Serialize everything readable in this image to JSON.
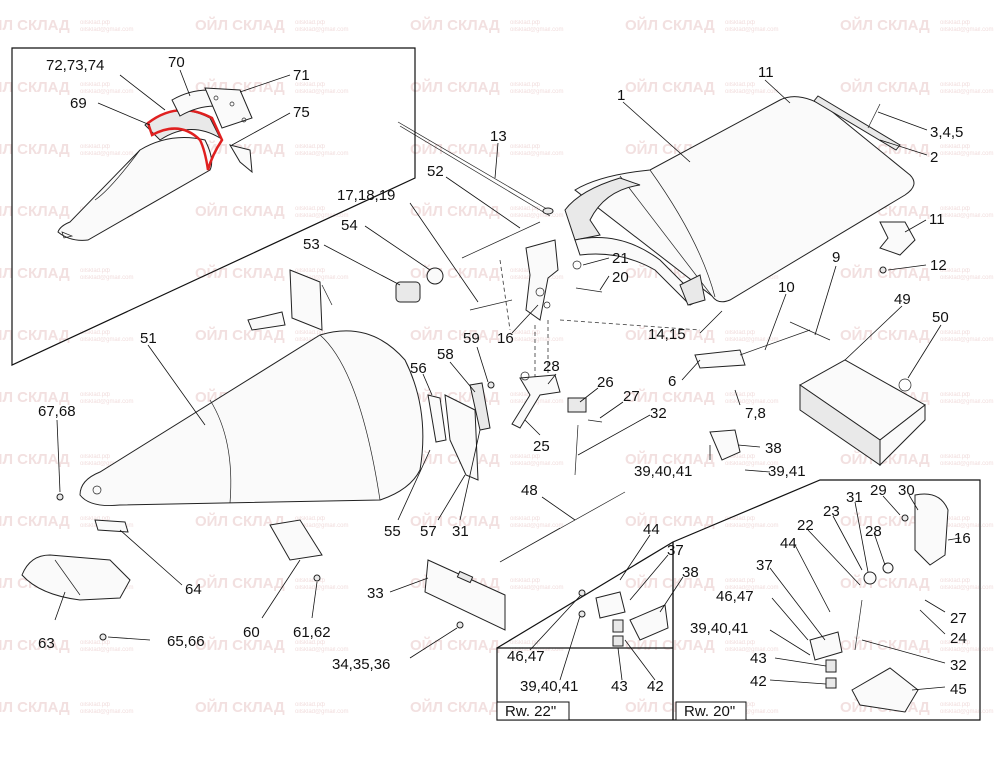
{
  "watermark": {
    "brand": "ОЙЛ СКЛАД",
    "site": "oilsklad.рф",
    "email": "oilsklad@gmail.com"
  },
  "highlight_color": "#e02020",
  "callouts": [
    {
      "id": "c1",
      "text": "1"
    },
    {
      "id": "c11a",
      "text": "11"
    },
    {
      "id": "c345",
      "text": "3,4,5"
    },
    {
      "id": "c2",
      "text": "2"
    },
    {
      "id": "c11b",
      "text": "11"
    },
    {
      "id": "c12",
      "text": "12"
    },
    {
      "id": "c13",
      "text": "13"
    },
    {
      "id": "c52",
      "text": "52"
    },
    {
      "id": "c171819",
      "text": "17,18,19"
    },
    {
      "id": "c54",
      "text": "54"
    },
    {
      "id": "c53",
      "text": "53"
    },
    {
      "id": "c21",
      "text": "21"
    },
    {
      "id": "c20",
      "text": "20"
    },
    {
      "id": "c16a",
      "text": "16"
    },
    {
      "id": "c1415",
      "text": "14,15"
    },
    {
      "id": "c9",
      "text": "9"
    },
    {
      "id": "c10",
      "text": "10"
    },
    {
      "id": "c49",
      "text": "49"
    },
    {
      "id": "c50",
      "text": "50"
    },
    {
      "id": "c6",
      "text": "6"
    },
    {
      "id": "c78",
      "text": "7,8"
    },
    {
      "id": "c51",
      "text": "51"
    },
    {
      "id": "c59",
      "text": "59"
    },
    {
      "id": "c58",
      "text": "58"
    },
    {
      "id": "c56",
      "text": "56"
    },
    {
      "id": "c28a",
      "text": "28"
    },
    {
      "id": "c26",
      "text": "26"
    },
    {
      "id": "c27a",
      "text": "27"
    },
    {
      "id": "c25",
      "text": "25"
    },
    {
      "id": "c32a",
      "text": "32"
    },
    {
      "id": "c38a",
      "text": "38"
    },
    {
      "id": "c394041a",
      "text": "39,40,41"
    },
    {
      "id": "c3941",
      "text": "39,41"
    },
    {
      "id": "c6768",
      "text": "67,68"
    },
    {
      "id": "c55",
      "text": "55"
    },
    {
      "id": "c57",
      "text": "57"
    },
    {
      "id": "c31a",
      "text": "31"
    },
    {
      "id": "c48",
      "text": "48"
    },
    {
      "id": "c64",
      "text": "64"
    },
    {
      "id": "c63",
      "text": "63"
    },
    {
      "id": "c6566",
      "text": "65,66"
    },
    {
      "id": "c60",
      "text": "60"
    },
    {
      "id": "c6162",
      "text": "61,62"
    },
    {
      "id": "c33",
      "text": "33"
    },
    {
      "id": "c343536",
      "text": "34,35,36"
    },
    {
      "id": "c44a",
      "text": "44"
    },
    {
      "id": "c37a",
      "text": "37"
    },
    {
      "id": "c38b",
      "text": "38"
    },
    {
      "id": "c4647a",
      "text": "46,47"
    },
    {
      "id": "c394041b",
      "text": "39,40,41"
    },
    {
      "id": "c43a",
      "text": "43"
    },
    {
      "id": "c42a",
      "text": "42"
    },
    {
      "id": "c31b",
      "text": "31"
    },
    {
      "id": "c29",
      "text": "29"
    },
    {
      "id": "c30",
      "text": "30"
    },
    {
      "id": "c23",
      "text": "23"
    },
    {
      "id": "c28b",
      "text": "28"
    },
    {
      "id": "c22",
      "text": "22"
    },
    {
      "id": "c44b",
      "text": "44"
    },
    {
      "id": "c16b",
      "text": "16"
    },
    {
      "id": "c37b",
      "text": "37"
    },
    {
      "id": "c4647b",
      "text": "46,47"
    },
    {
      "id": "c27b",
      "text": "27"
    },
    {
      "id": "c24",
      "text": "24"
    },
    {
      "id": "c394041c",
      "text": "39,40,41"
    },
    {
      "id": "c32b",
      "text": "32"
    },
    {
      "id": "c43b",
      "text": "43"
    },
    {
      "id": "c42b",
      "text": "42"
    },
    {
      "id": "c45",
      "text": "45"
    },
    {
      "id": "c727374",
      "text": "72,73,74"
    },
    {
      "id": "c70",
      "text": "70"
    },
    {
      "id": "c71",
      "text": "71"
    },
    {
      "id": "c69",
      "text": "69"
    },
    {
      "id": "c75",
      "text": "75"
    }
  ],
  "variants": [
    {
      "id": "rw22",
      "text": "Rw. 22\""
    },
    {
      "id": "rw20",
      "text": "Rw. 20\""
    }
  ]
}
